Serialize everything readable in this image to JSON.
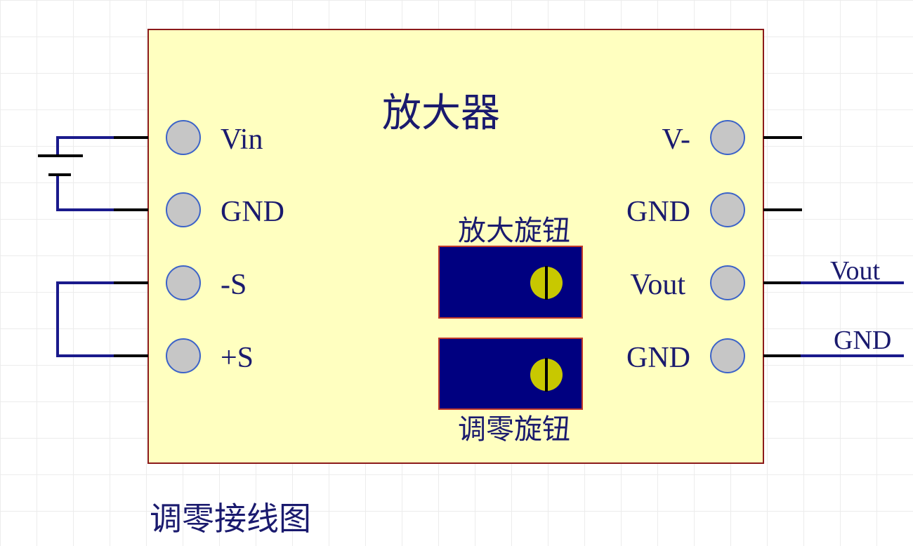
{
  "module": {
    "title": "放大器",
    "fill_color": "#ffffc0",
    "border_color": "#8b1a1a"
  },
  "left_pins": [
    {
      "label": "Vin"
    },
    {
      "label": "GND"
    },
    {
      "label": "-S"
    },
    {
      "label": "+S"
    }
  ],
  "right_pins": [
    {
      "label": "V-"
    },
    {
      "label": "GND"
    },
    {
      "label": "Vout"
    },
    {
      "label": "GND"
    }
  ],
  "knobs": {
    "gain": {
      "label": "放大旋钮"
    },
    "zero": {
      "label": "调零旋钮"
    },
    "body_color": "#000080",
    "screw_color": "#c8c800"
  },
  "outputs": {
    "vout_label": "Vout",
    "gnd_label": "GND"
  },
  "diagram_caption": "调零接线图",
  "wire_color": "#1a1a8c",
  "pin_color": "#c6c6c6"
}
